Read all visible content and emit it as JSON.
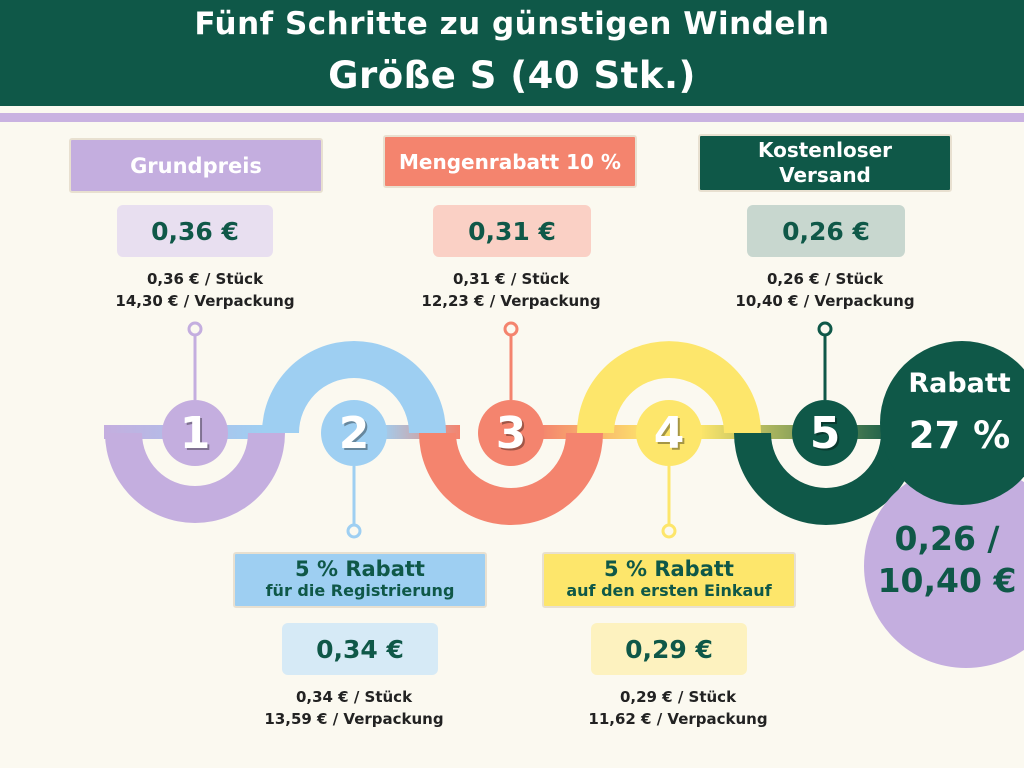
{
  "header": {
    "title_line1": "Fünf Schritte zu günstigen Windeln",
    "title_line2": "Größe S (40 Stk.)"
  },
  "colors": {
    "purple": "#c4aedf",
    "blue": "#9ecff2",
    "coral": "#f4846e",
    "yellow": "#fde66b",
    "green": "#0f5848",
    "background": "#fbf9f0"
  },
  "steps": [
    {
      "number": "1",
      "label": "Grundpreis",
      "price": "0,36 €",
      "per_piece": "0,36 € / Stück",
      "per_pack": "14,30 € / Verpackung"
    },
    {
      "number": "2",
      "label": "5 % Rabatt",
      "sublabel": "für die Registrierung",
      "price": "0,34 €",
      "per_piece": "0,34 € / Stück",
      "per_pack": "13,59 € / Verpackung"
    },
    {
      "number": "3",
      "label": "Mengenrabatt 10 %",
      "price": "0,31 €",
      "per_piece": "0,31 € / Stück",
      "per_pack": "12,23 € / Verpackung"
    },
    {
      "number": "4",
      "label": "5 % Rabatt",
      "sublabel": "auf den ersten Einkauf",
      "price": "0,29 €",
      "per_piece": "0,29 € / Stück",
      "per_pack": "11,62 € / Verpackung"
    },
    {
      "number": "5",
      "label_line1": "Kostenloser",
      "label_line2": "Versand",
      "price": "0,26 €",
      "per_piece": "0,26 € / Stück",
      "per_pack": "10,40 € / Verpackung"
    }
  ],
  "summary": {
    "discount_label": "Rabatt",
    "discount_value": "27 %",
    "final_line1": "0,26 /",
    "final_line2": "10,40 €"
  }
}
